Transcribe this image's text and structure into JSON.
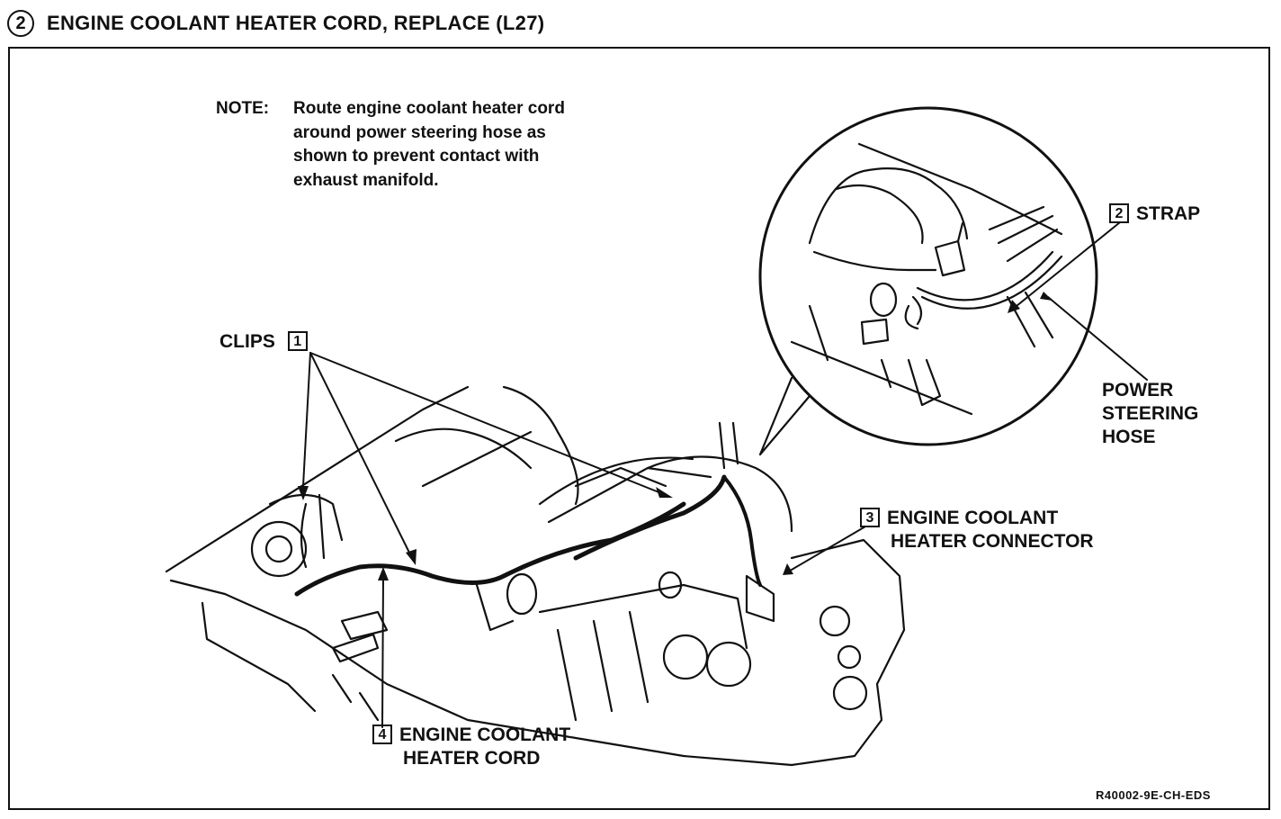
{
  "header": {
    "step_number": "2",
    "title": "ENGINE COOLANT HEATER CORD, REPLACE (L27)"
  },
  "note": {
    "prefix": "NOTE:",
    "lines": [
      "Route engine coolant heater cord",
      "around power steering hose as",
      "shown to prevent contact with",
      "exhaust manifold."
    ]
  },
  "labels": {
    "clips": {
      "text": "CLIPS",
      "callout": "1"
    },
    "strap": {
      "callout": "2",
      "text": "STRAP"
    },
    "power_steering_hose": {
      "lines": [
        "POWER",
        "STEERING",
        "HOSE"
      ]
    },
    "connector": {
      "callout": "3",
      "lines": [
        "ENGINE COOLANT",
        "HEATER CONNECTOR"
      ]
    },
    "cord": {
      "callout": "4",
      "lines": [
        "ENGINE COOLANT",
        "HEATER CORD"
      ]
    }
  },
  "figure_code": "R40002-9E-CH-EDS"
}
